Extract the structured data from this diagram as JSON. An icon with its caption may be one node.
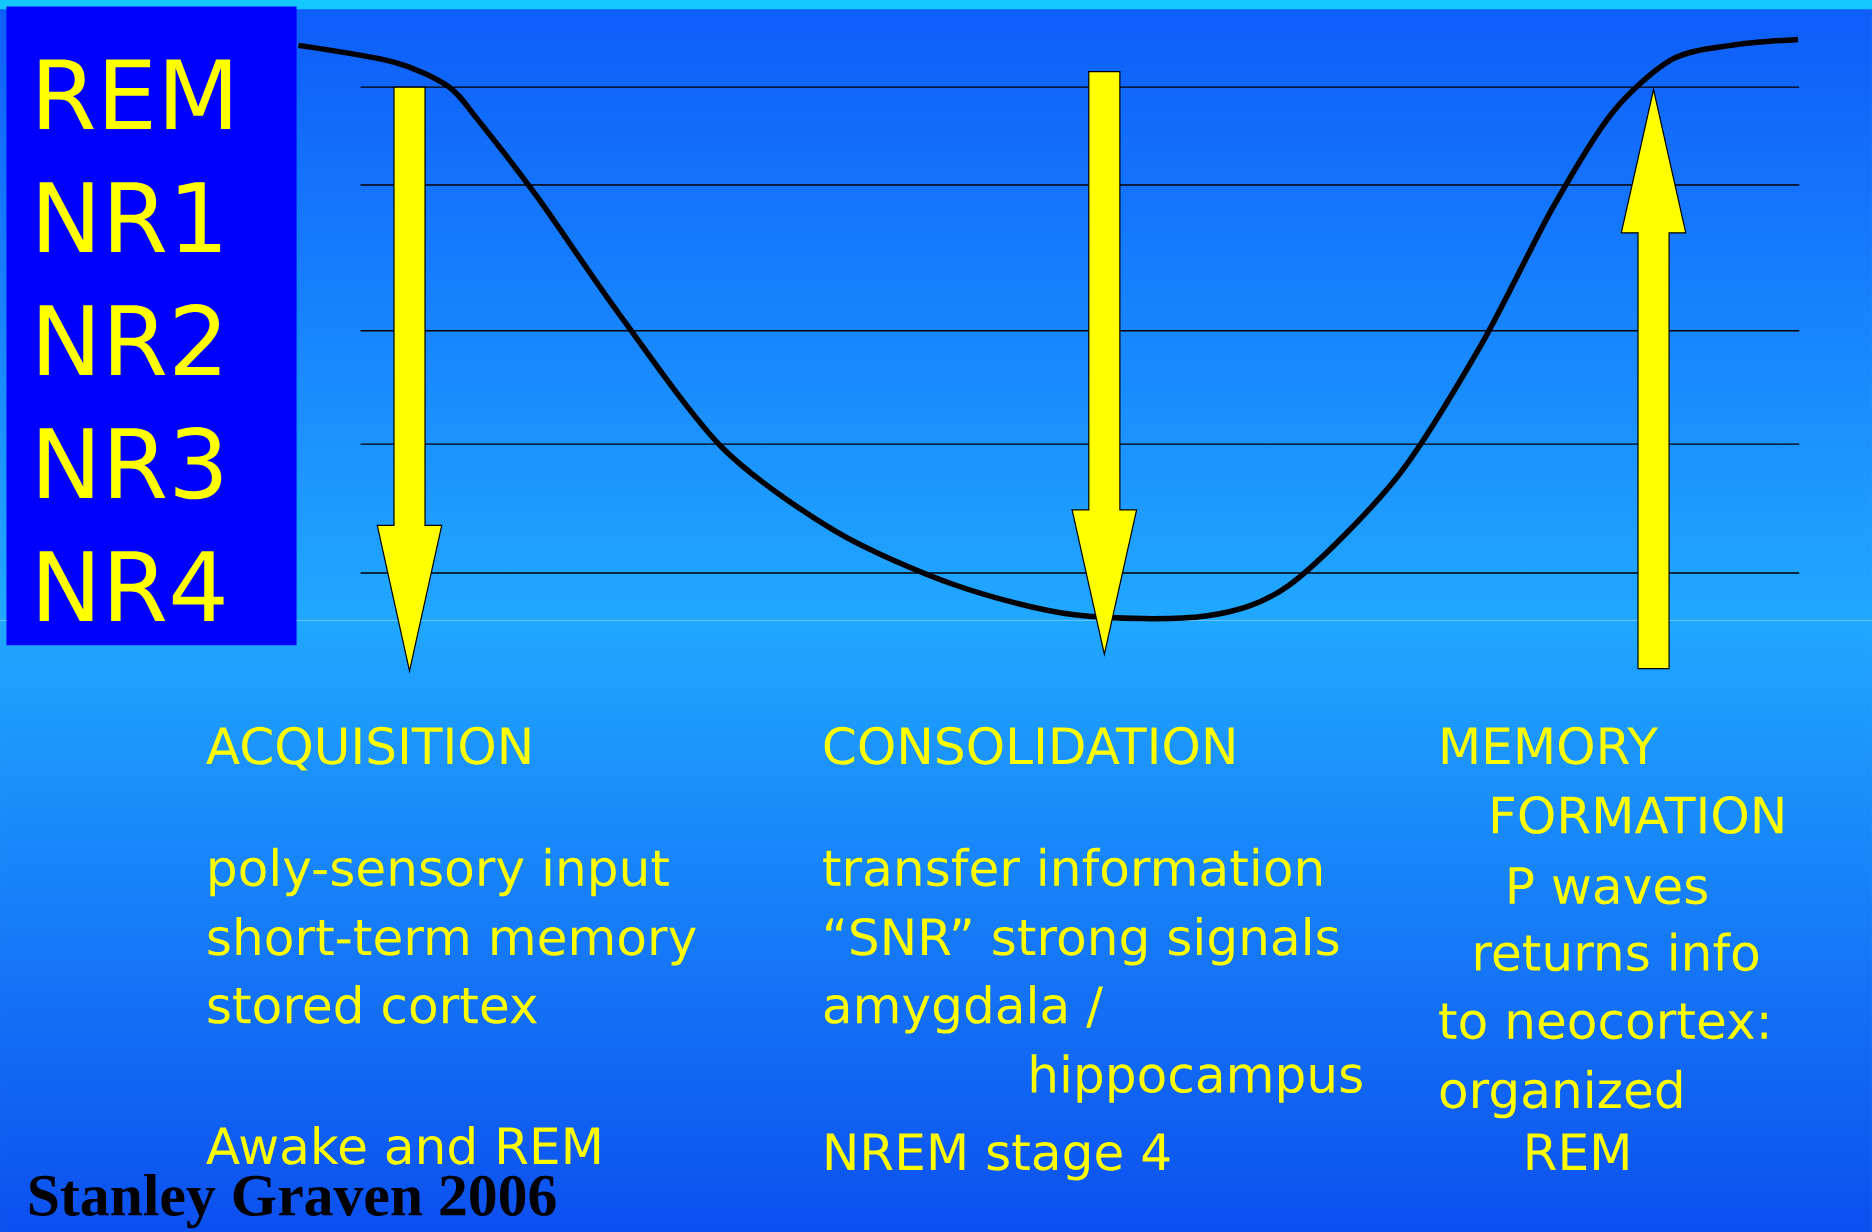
{
  "diagram": {
    "nodes": [
      {
        "text": [
          "REM",
          "NR1",
          "NR2",
          "NR3",
          "NR4"
        ]
      }
    ],
    "edges": [],
    "labels": [
      "ACQUISITION",
      "poly-sensory input",
      "short-term memory",
      "stored cortex",
      "Awake and REM",
      "CONSOLIDATION",
      "transfer information",
      "“SNR” strong signals",
      "amygdala /",
      "hippocampus",
      "NREM stage 4",
      "MEMORY",
      "FORMATION",
      "P waves",
      "returns info",
      "to neocortex:",
      "organized",
      "REM",
      "Stanley Graven 2006"
    ]
  }
}
